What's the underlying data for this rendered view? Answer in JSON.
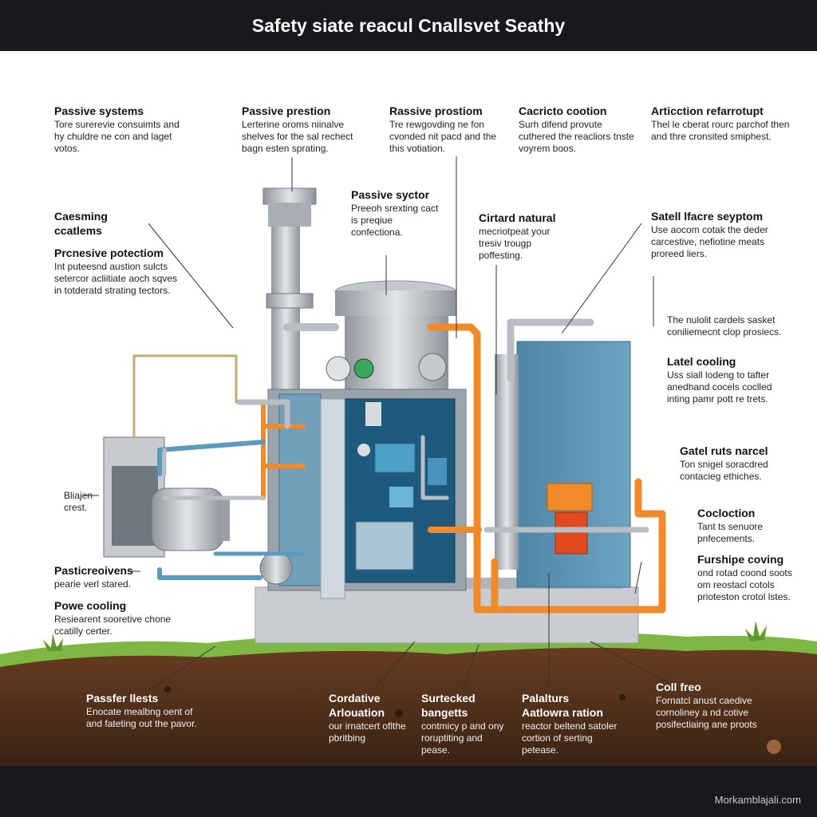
{
  "title": "Safety siate reacul Cnallsvet Seathy",
  "footer": "Morkamblajali.com",
  "labels": {
    "passive_systems": {
      "heading": "Passive systems",
      "text": "Tore surerevie consuimts and hy chuldre ne con and laget votos."
    },
    "passive_prestion": {
      "heading": "Passive prestion",
      "text": "Lerterine oroms niinalve shelves for the sal rechect bagn esten sprating."
    },
    "rassive_prostiom": {
      "heading": "Rassive prostiom",
      "text": "Tre rewgovding ne fon cvonded nit pacd and the this votiation."
    },
    "cacricto_cootion": {
      "heading": "Cacricto cootion",
      "text": "Surh difend provute cuthered the reacliors tnste voyrem boos."
    },
    "articction_refarrotupt": {
      "heading": "Articction refarrotupt",
      "text": "Thel le cberat rourc parchof then and thre cronsited smiphest."
    },
    "caesming_ccatlems": {
      "heading": "Caesming ccatlems",
      "text": ""
    },
    "prcnesive_potectiom": {
      "heading": "Prcnesive potectiom",
      "text": "Int puteesnd austion sulcts setercor acliitiate aoch sqves in totderatd strating tectors."
    },
    "passive_syctor": {
      "heading": "Passive syctor",
      "text": "Preeoh srexting cact is preqiue confectiona."
    },
    "cirtard_natural": {
      "heading": "Cirtard natural",
      "text": "mecriotpeat your tresiv trougp poffesting."
    },
    "satell_lfacre_seyptom": {
      "heading": "Satell lfacre seyptom",
      "text": "Use aocom cotak the deder carcestive, nefiotine meats proreed liers."
    },
    "nulolit_note": {
      "heading": "",
      "text": "The nulolit cardels sasket coniliemecnt clop prosiecs."
    },
    "latel_cooling": {
      "heading": "Latel cooling",
      "text": "Uss siall lodeng to tafter anedhand cocels coclled inting pamr pott re trets."
    },
    "gatel_ruts_narcel": {
      "heading": "Gatel ruts narcel",
      "text": "Ton snigel soracdred contacieg ethiches."
    },
    "cocloction": {
      "heading": "Cocloction",
      "text": "Tant ts senuore pnfecements."
    },
    "furshipe_coving": {
      "heading": "Furshipe coving",
      "text": "ond rotad coond soots om reostacl cotols prioteston crotol lstes."
    },
    "bliajen_crest": {
      "heading": "",
      "text": "Bliajen crest."
    },
    "pasticreoivens": {
      "heading": "Pasticreoivens",
      "text": "pearie verl stared."
    },
    "powe_cooling": {
      "heading": "Powe cooling",
      "text": "Resiearent sooretive chone ccatilly certer."
    },
    "passfer_llests": {
      "heading": "Passfer llests",
      "text": "Enocate mealbng oent of and fateting out the pavor."
    },
    "cordative_arlouation": {
      "heading": "Cordative Arlouation",
      "text": "our irnatcert oflthe pbritbing"
    },
    "surtecked_bangetts": {
      "heading": "Surtecked bangetts",
      "text": "contmicy p and ony roruptiting and pease."
    },
    "palalturs_aatlowra_ration": {
      "heading": "Palalturs Aatlowra ration",
      "text": "reactor beltend satoler cortion of serting petease."
    },
    "coll_freo": {
      "heading": "Coll freo",
      "text": "Fornatcl anust caedive cornoliney a nd cotive posifectiaing ane proots"
    }
  },
  "colors": {
    "pipe_orange": "#f08a2a",
    "vessel_blue": "#5d93b1",
    "steel": "#b9bec4",
    "soil": "#55331f",
    "grass": "#7fb744"
  }
}
